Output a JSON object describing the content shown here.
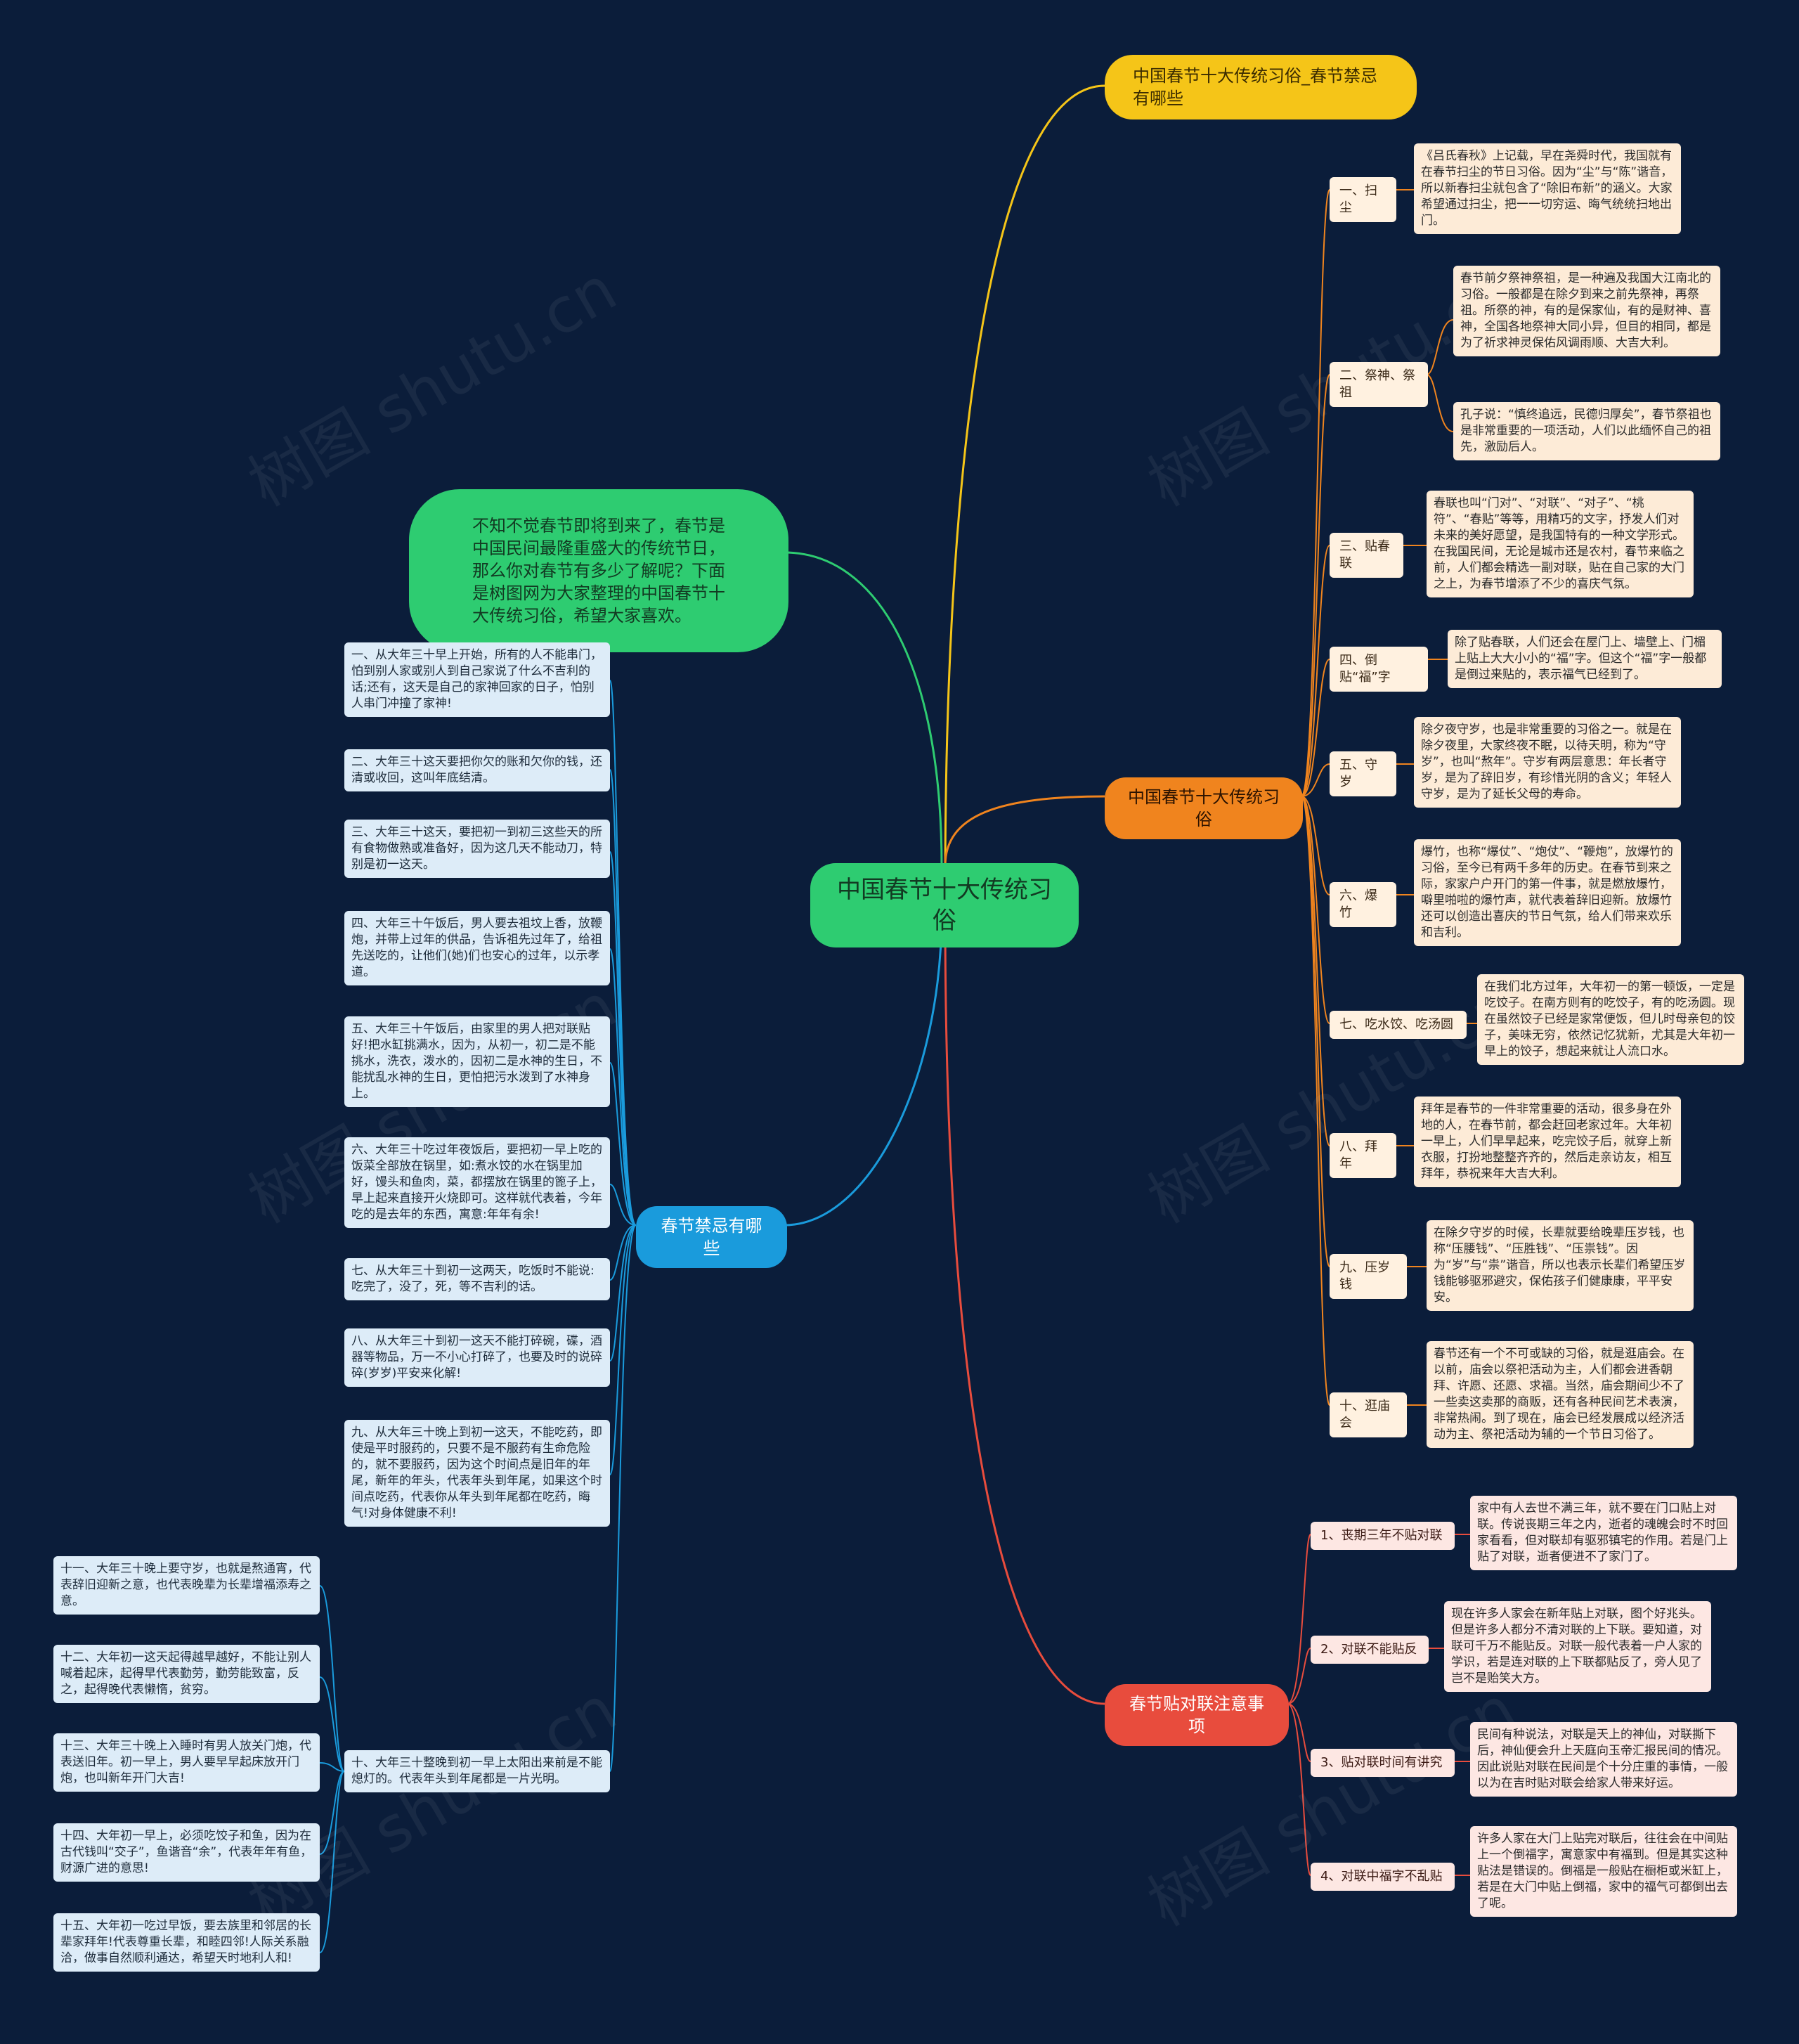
{
  "root": {
    "label": "中国春节十大传统习俗"
  },
  "watermark": "树图 shutu.cn",
  "colors": {
    "background": "#0b1d3a",
    "yellow": "#f5c518",
    "green": "#2ecc71",
    "orange": "#f0841e",
    "blue": "#1a9bdc",
    "red": "#e84c3d"
  },
  "title_branch": {
    "label": "中国春节十大传统习俗_春节禁忌有哪些"
  },
  "intro_branch": {
    "label": "不知不觉春节即将到来了，春节是中国民间最隆重盛大的传统节日，那么你对春节有多少了解呢？下面是树图网为大家整理的中国春节十大传统习俗，希望大家喜欢。"
  },
  "customs_branch": {
    "label": "中国春节十大传统习俗",
    "items": [
      {
        "label": "一、扫尘",
        "details": [
          "《吕氏春秋》上记载，早在尧舜时代，我国就有在春节扫尘的节日习俗。因为“尘”与“陈”谐音，所以新春扫尘就包含了“除旧布新”的涵义。大家希望通过扫尘，把一一切穷运、晦气统统扫地出门。"
        ]
      },
      {
        "label": "二、祭神、祭祖",
        "details": [
          "春节前夕祭神祭祖，是一种遍及我国大江南北的习俗。一般都是在除夕到来之前先祭神，再祭祖。所祭的神，有的是保家仙，有的是财神、喜神，全国各地祭神大同小异，但目的相同，都是为了祈求神灵保佑风调雨顺、大吉大利。",
          "孔子说：“慎终追远，民德归厚矣”，春节祭祖也是非常重要的一项活动，人们以此缅怀自己的祖先，激励后人。"
        ]
      },
      {
        "label": "三、贴春联",
        "details": [
          "春联也叫“门对”、“对联”、“对子”、“桃符”、“春贴”等等，用精巧的文字，抒发人们对未来的美好愿望，是我国特有的一种文学形式。在我国民间，无论是城市还是农村，春节来临之前，人们都会精选一副对联，贴在自己家的大门之上，为春节增添了不少的喜庆气氛。"
        ]
      },
      {
        "label": "四、倒贴“福”字",
        "details": [
          "除了贴春联，人们还会在屋门上、墙壁上、门楣上贴上大大小小的“福”字。但这个“福”字一般都是倒过来贴的，表示福气已经到了。"
        ]
      },
      {
        "label": "五、守岁",
        "details": [
          "除夕夜守岁，也是非常重要的习俗之一。就是在除夕夜里，大家终夜不眠，以待天明，称为“守岁”，也叫“熬年”。守岁有两层意思：年长者守岁，是为了辞旧岁，有珍惜光阴的含义；年轻人守岁，是为了延长父母的寿命。"
        ]
      },
      {
        "label": "六、爆竹",
        "details": [
          "爆竹，也称“爆仗”、“炮仗”、“鞭炮”，放爆竹的习俗，至今已有两千多年的历史。在春节到来之际，家家户户开门的第一件事，就是燃放爆竹，噼里啪啦的爆竹声，就代表着辞旧迎新。放爆竹还可以创造出喜庆的节日气氛，给人们带来欢乐和吉利。"
        ]
      },
      {
        "label": "七、吃水饺、吃汤圆",
        "details": [
          "在我们北方过年，大年初一的第一顿饭，一定是吃饺子。在南方则有的吃饺子，有的吃汤圆。现在虽然饺子已经是家常便饭，但儿时母亲包的饺子，美味无穷，依然记忆犹新，尤其是大年初一早上的饺子，想起来就让人流口水。"
        ]
      },
      {
        "label": "八、拜年",
        "details": [
          "拜年是春节的一件非常重要的活动，很多身在外地的人，在春节前，都会赶回老家过年。大年初一早上，人们早早起来，吃完饺子后，就穿上新衣服，打扮地整整齐齐的，然后走亲访友，相互拜年，恭祝来年大吉大利。"
        ]
      },
      {
        "label": "九、压岁钱",
        "details": [
          "在除夕守岁的时候，长辈就要给晚辈压岁钱，也称“压腰钱”、“压胜钱”、“压祟钱”。因为“岁”与“祟”谐音，所以也表示长辈们希望压岁钱能够驱邪避灾，保佑孩子们健康康，平平安安。"
        ]
      },
      {
        "label": "十、逛庙会",
        "details": [
          "春节还有一个不可或缺的习俗，就是逛庙会。在以前，庙会以祭祀活动为主，人们都会进香朝拜、许愿、还愿、求福。当然，庙会期间少不了一些卖这卖那的商贩，还有各种民间艺术表演，非常热闹。到了现在，庙会已经发展成以经济活动为主、祭祀活动为辅的一个节日习俗了。"
        ]
      }
    ]
  },
  "taboos_branch": {
    "label": "春节禁忌有哪些",
    "items": [
      "一、从大年三十早上开始，所有的人不能串门，怕到别人家或别人到自己家说了什么不吉利的话;还有，这天是自己的家神回家的日子，怕别人串门冲撞了家神!",
      "二、大年三十这天要把你欠的账和欠你的钱，还清或收回，这叫年底结清。",
      "三、大年三十这天，要把初一到初三这些天的所有食物做熟或准备好，因为这几天不能动刀，特别是初一这天。",
      "四、大年三十午饭后，男人要去祖坟上香，放鞭炮，并带上过年的供品，告诉祖先过年了，给祖先送吃的，让他们(她)们也安心的过年，以示孝道。",
      "五、大年三十午饭后，由家里的男人把对联贴好!把水缸挑满水，因为，从初一，初二是不能挑水，洗衣，泼水的，因初二是水神的生日，不能扰乱水神的生日，更怕把污水泼到了水神身上。",
      "六、大年三十吃过年夜饭后，要把初一早上吃的饭菜全部放在锅里，如:煮水饺的水在锅里加好，馒头和鱼肉，菜，都摆放在锅里的篦子上，早上起来直接开火烧即可。这样就代表着，今年吃的是去年的东西，寓意:年年有余!",
      "七、从大年三十到初一这两天，吃饭时不能说:吃完了，没了，死，等不吉利的话。",
      "八、从大年三十到初一这天不能打碎碗，碟，酒器等物品，万一不小心打碎了，也要及时的说碎碎(岁岁)平安来化解!",
      "九、从大年三十晚上到初一这天，不能吃药，即使是平时服药的，只要不是不服药有生命危险的，就不要服药，因为这个时间点是旧年的年尾，新年的年头，代表年头到年尾，如果这个时间点吃药，代表你从年头到年尾都在吃药，晦气!对身体健康不利!",
      "十、大年三十整晚到初一早上太阳出来前是不能熄灯的。代表年头到年尾都是一片光明。"
    ],
    "more_items": [
      "十一、大年三十晚上要守岁，也就是熬通宵，代表辞旧迎新之意，也代表晚辈为长辈增福添寿之意。",
      "十二、大年初一这天起得越早越好，不能让别人喊着起床，起得早代表勤劳，勤劳能致富，反之，起得晚代表懒惰，贫穷。",
      "十三、大年三十晚上入睡时有男人放关门炮，代表送旧年。初一早上，男人要早早起床放开门炮，也叫新年开门大吉!",
      "十四、大年初一早上，必须吃饺子和鱼，因为在古代钱叫“交子”，鱼谐音“余”，代表年年有鱼，财源广进的意思!",
      "十五、大年初一吃过早饭，要去族里和邻居的长辈家拜年!代表尊重长辈，和睦四邻!人际关系融洽，做事自然顺利通达，希望天时地利人和!"
    ]
  },
  "couplets_branch": {
    "label": "春节贴对联注意事项",
    "items": [
      {
        "label": "1、丧期三年不贴对联",
        "detail": "家中有人去世不满三年，就不要在门口贴上对联。传说丧期三年之内，逝者的魂魄会时不时回家看看，但对联却有驱邪镇宅的作用。若是门上贴了对联，逝者便进不了家门了。"
      },
      {
        "label": "2、对联不能贴反",
        "detail": "现在许多人家会在新年贴上对联，图个好兆头。但是许多人都分不清对联的上下联。要知道，对联可千万不能贴反。对联一般代表着一户人家的学识，若是连对联的上下联都贴反了，旁人见了岂不是贻笑大方。"
      },
      {
        "label": "3、贴对联时间有讲究",
        "detail": "民间有种说法，对联是天上的神仙，对联撕下后，神仙便会升上天庭向玉帝汇报民间的情况。因此说贴对联在民间是个十分庄重的事情，一般以为在吉时贴对联会给家人带来好运。"
      },
      {
        "label": "4、对联中福字不乱贴",
        "detail": "许多人家在大门上贴完对联后，往往会在中间贴上一个倒福字，寓意家中有福到。但是其实这种贴法是错误的。倒福是一般贴在橱柜或米缸上，若是在大门中贴上倒福，家中的福气可都倒出去了呢。"
      }
    ]
  }
}
